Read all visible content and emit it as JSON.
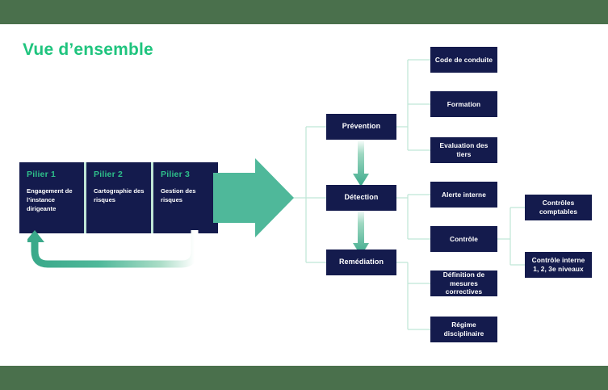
{
  "page": {
    "title": "Vue d’ensemble",
    "band_color": "#4a704c",
    "accent_color": "#1fc47e",
    "navy_color": "#141b4d",
    "teal_color": "#4fb89a",
    "wire_color": "#bfe6d6"
  },
  "pillars": [
    {
      "title": "Pilier 1",
      "desc": "Engagement de l’instance dirigeante"
    },
    {
      "title": "Pilier 2",
      "desc": "Cartographie des risques"
    },
    {
      "title": "Pilier 3",
      "desc": "Gestion des risques"
    }
  ],
  "stages": [
    {
      "label": "Prévention"
    },
    {
      "label": "Détection"
    },
    {
      "label": "Remédiation"
    }
  ],
  "leaves": [
    {
      "label": "Code de conduite"
    },
    {
      "label": "Formation"
    },
    {
      "label": "Evaluation des tiers"
    },
    {
      "label": "Alerte interne"
    },
    {
      "label": "Contrôle"
    },
    {
      "label": "Définition de mesures correctives"
    },
    {
      "label": "Régime disciplinaire"
    }
  ],
  "sub_leaves": [
    {
      "label": "Contrôles comptables"
    },
    {
      "label": "Contrôle interne 1, 2, 3e niveaux"
    }
  ]
}
